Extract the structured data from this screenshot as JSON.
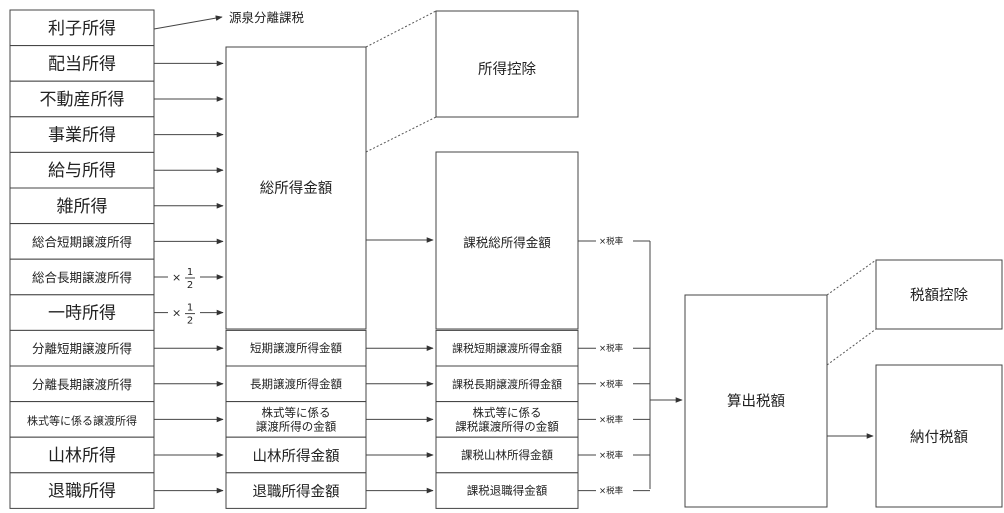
{
  "income_types": [
    {
      "label": "利子所得",
      "big": true
    },
    {
      "label": "配当所得",
      "big": true
    },
    {
      "label": "不動産所得",
      "big": true
    },
    {
      "label": "事業所得",
      "big": true
    },
    {
      "label": "給与所得",
      "big": true
    },
    {
      "label": "雑所得",
      "big": true
    },
    {
      "label": "総合短期譲渡所得",
      "big": false
    },
    {
      "label": "総合長期譲渡所得",
      "big": false
    },
    {
      "label": "一時所得",
      "big": true
    },
    {
      "label": "分離短期譲渡所得",
      "big": false
    },
    {
      "label": "分離長期譲渡所得",
      "big": false
    },
    {
      "label": "株式等に係る譲渡所得",
      "big": false
    },
    {
      "label": "山林所得",
      "big": true
    },
    {
      "label": "退職所得",
      "big": true
    }
  ],
  "source_separate_tax": "源泉分離課税",
  "half_factor": {
    "times": "×",
    "numerator": "1",
    "denominator": "2"
  },
  "total_income": "総所得金額",
  "income_deduction": "所得控除",
  "taxable_total_income": "課税総所得金額",
  "tax_rate_label": "×税率",
  "separate_amounts": [
    [
      "短期譲渡所得金額"
    ],
    [
      "長期譲渡所得金額"
    ],
    [
      "株式等に係る",
      "譲渡所得の金額"
    ],
    [
      "山林所得金額"
    ],
    [
      "退職所得金額"
    ]
  ],
  "taxable_separate_amounts": [
    [
      "課税短期譲渡所得金額"
    ],
    [
      "課税長期譲渡所得金額"
    ],
    [
      "株式等に係る",
      "課税譲渡所得の金額"
    ],
    [
      "課税山林所得金額"
    ],
    [
      "課税退職得金額"
    ]
  ],
  "computed_tax": "算出税額",
  "tax_credit": "税額控除",
  "tax_payable": "納付税額"
}
